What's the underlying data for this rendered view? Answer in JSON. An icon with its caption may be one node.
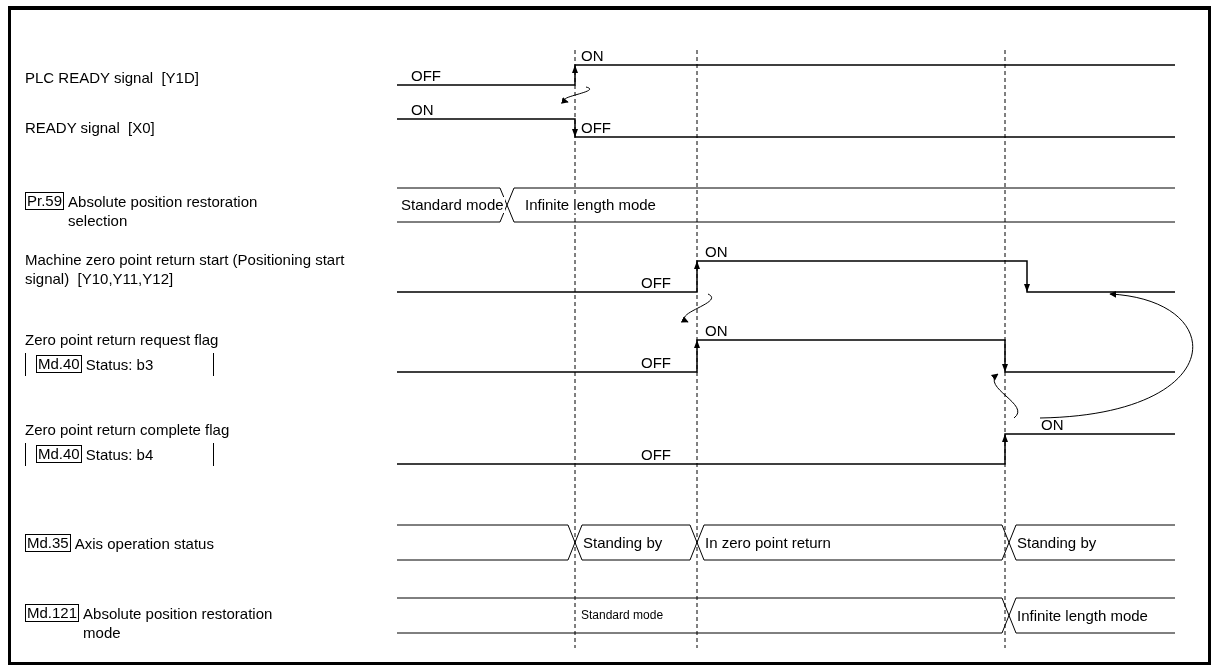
{
  "diagram": {
    "nodes": [
      {
        "text": [
          "OFF",
          "ON"
        ]
      },
      {
        "text": [
          "ON",
          "OFF"
        ]
      },
      {
        "text": [
          "Standard mode",
          "Infinite length mode"
        ]
      },
      {
        "text": [
          "OFF",
          "ON"
        ]
      },
      {
        "text": [
          "OFF",
          "ON"
        ]
      },
      {
        "text": [
          "OFF",
          "ON"
        ]
      },
      {
        "text": [
          "Standing by",
          "In zero point return",
          "Standing by"
        ]
      },
      {
        "text": [
          "Standard mode",
          "Infinite length mode"
        ]
      }
    ],
    "edges": [
      {
        "from": 0,
        "to": 1,
        "arrow": "to"
      },
      {
        "from": 3,
        "to": 4,
        "arrow": "to"
      },
      {
        "from": 5,
        "to": 4,
        "arrow": "to"
      },
      {
        "from": 5,
        "to": 3,
        "arrow": "to"
      }
    ],
    "labels": [
      "PLC READY signal  [Y1D]",
      "READY signal  [X0]",
      "Pr.59",
      "Absolute position restoration selection",
      "Machine zero point return start (Positioning start signal)  [Y10,Y11,Y12]",
      "Zero point return request flag",
      "Md.40",
      "Status: b3",
      "Zero point return complete flag",
      "Md.40",
      "Status: b4",
      "Md.35",
      "Axis operation status",
      "Md.121",
      "Absolute position restoration mode"
    ]
  }
}
